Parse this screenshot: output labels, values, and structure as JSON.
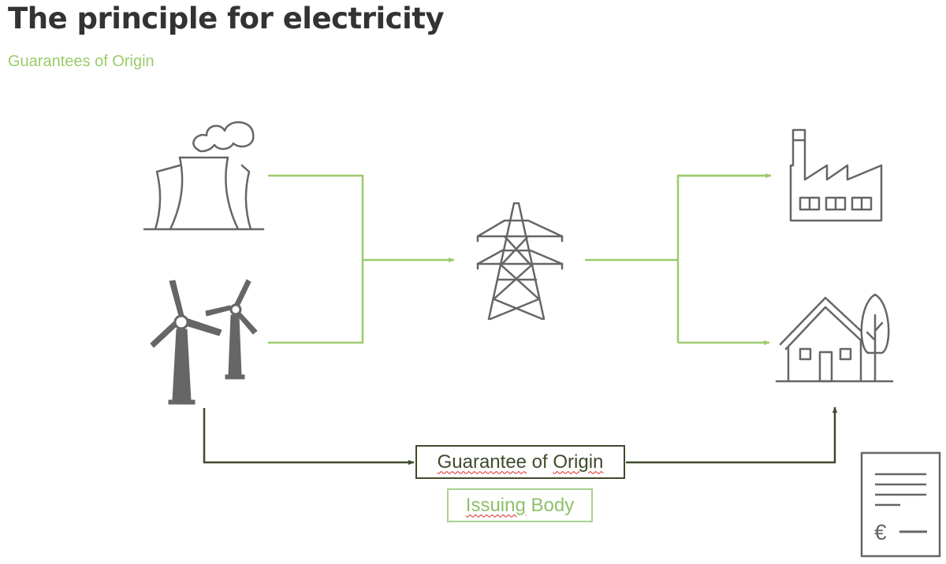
{
  "slide": {
    "title": "The principle for electricity",
    "subtitle": "Guarantees of Origin"
  },
  "boxes": {
    "guarantee_prefix": "Guarantee",
    "guarantee_of": " of ",
    "guarantee_suffix": "Origin",
    "issuing_prefix": "Issuing",
    "issuing_suffix": " Body"
  },
  "document": {
    "currency_symbol": "€"
  },
  "colors": {
    "title": "#333333",
    "accent_green": "#9BCB6B",
    "dark_olive": "#3F4A2C",
    "icon_gray": "#666666"
  },
  "icons": [
    "power-plant-icon",
    "wind-turbines-icon",
    "transmission-tower-icon",
    "factory-icon",
    "house-with-tree-icon",
    "invoice-document-icon"
  ]
}
